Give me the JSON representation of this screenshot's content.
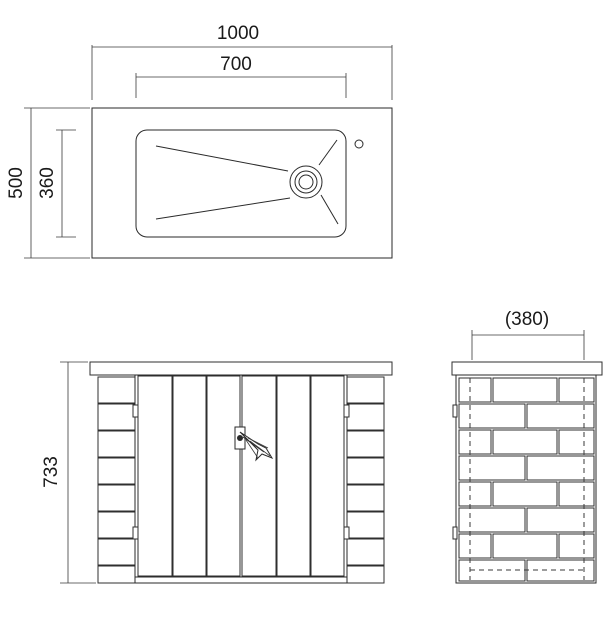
{
  "dimensions": {
    "top_width_outer": "1000",
    "top_width_inner": "700",
    "top_depth_outer": "500",
    "top_depth_inner": "360",
    "front_height": "733",
    "side_depth": "(380)"
  },
  "colors": {
    "line": "#2a2a2a",
    "background": "#ffffff"
  }
}
